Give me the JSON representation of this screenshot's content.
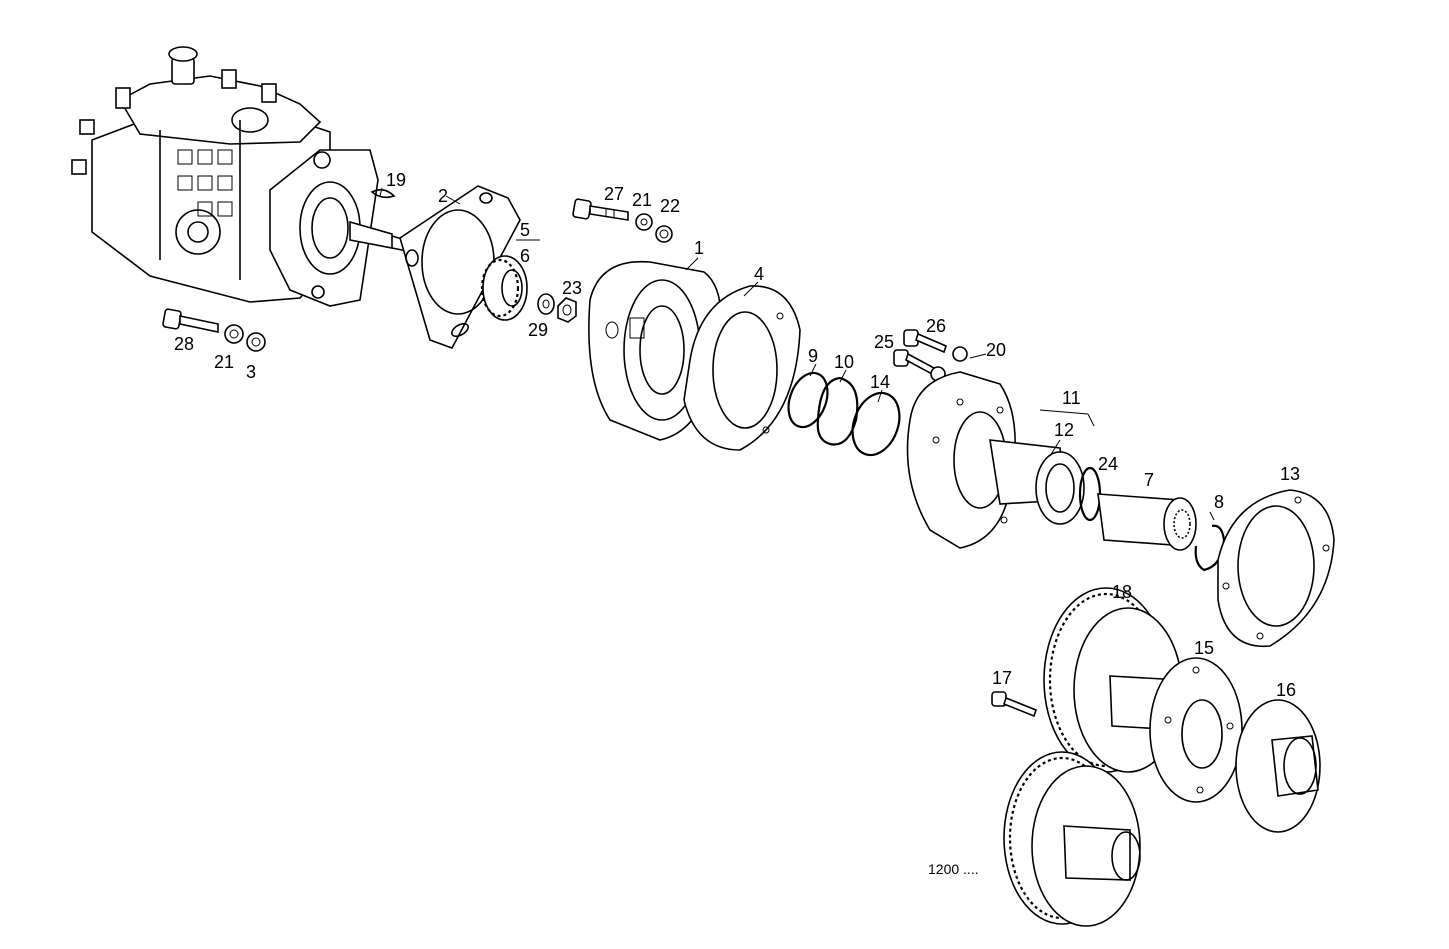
{
  "callouts": {
    "c1": "1",
    "c2": "2",
    "c3": "3",
    "c4": "4",
    "c5": "5",
    "c6": "6",
    "c7": "7",
    "c8": "8",
    "c9": "9",
    "c10": "10",
    "c11": "11",
    "c12": "12",
    "c13": "13",
    "c14": "14",
    "c15": "15",
    "c16": "16",
    "c17": "17",
    "c18": "18",
    "c19": "19",
    "c20": "20",
    "c21a": "21",
    "c21b": "21",
    "c22": "22",
    "c23": "23",
    "c24": "24",
    "c25": "25",
    "c26": "26",
    "c27": "27",
    "c28": "28",
    "c29": "29",
    "c1200": "1200 ...."
  }
}
